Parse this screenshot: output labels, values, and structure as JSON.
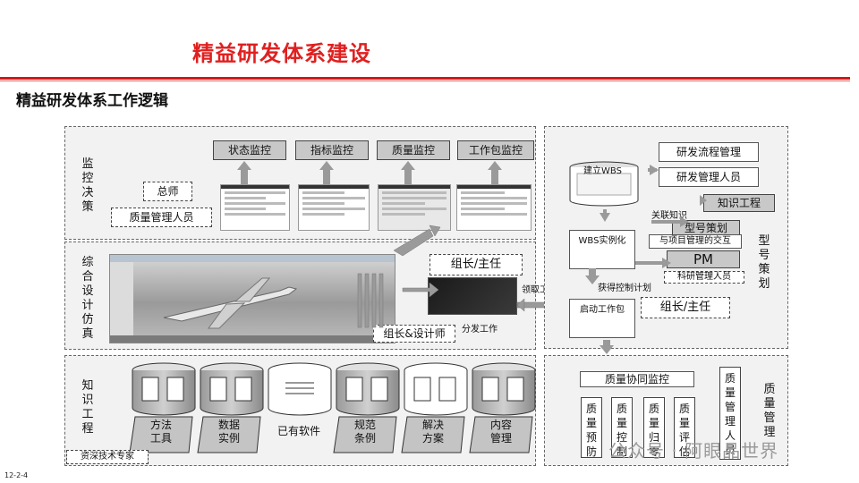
{
  "header": {
    "title": "精益研发体系建设",
    "subtitle": "精益研发体系工作逻辑",
    "page_code": "12-2-4"
  },
  "left": {
    "sections": {
      "monitor": "监控决策",
      "design": "综合设计仿真",
      "knowledge": "知识工程"
    },
    "monitors": [
      "状态监控",
      "指标监控",
      "质量监控",
      "工作包监控"
    ],
    "roles": {
      "chief": "总师",
      "quality_staff": "质量管理人员",
      "team_lead": "组长/主任",
      "lead_designer": "组长&设计师",
      "expert": "资深技术专家"
    },
    "labels": {
      "receive": "领取工作包",
      "dispatch": "分发工作"
    },
    "libraries": [
      {
        "name": "方法工具",
        "l1": "方法",
        "l2": "工具"
      },
      {
        "name": "数据实例",
        "l1": "数据",
        "l2": "实例"
      },
      {
        "name": "已有软件",
        "l1": "已有软件",
        "l2": ""
      },
      {
        "name": "规范条例",
        "l1": "规范",
        "l2": "条例"
      },
      {
        "name": "解决方案",
        "l1": "解决",
        "l2": "方案"
      },
      {
        "name": "内容管理",
        "l1": "内容",
        "l2": "管理"
      }
    ]
  },
  "right": {
    "top": {
      "process_mgmt": "研发流程管理",
      "rd_staff": "研发管理人员",
      "knowledge_eng": "知识工程",
      "model_planning": "型号策划",
      "project_interaction": "与项目管理的交互",
      "pm": "PM",
      "research_mgr": "科研管理人员",
      "build_wbs": "建立WBS",
      "related_knowledge": "关联知识",
      "wbs_instance": "WBS实例化",
      "get_plan": "获得控制计划",
      "start_package": "启动工作包",
      "team_lead": "组长/主任",
      "side_label": "型号策划"
    },
    "bottom": {
      "quality_monitor": "质量协同监控",
      "items": [
        "质量预防",
        "质量控制",
        "质量归零",
        "质量评估"
      ],
      "quality_staff": "质量管理人员",
      "side_label": "质量管理"
    }
  },
  "watermark": "公众号 · 阿眼品世界",
  "colors": {
    "title_red": "#e02020",
    "panel_bg": "#f2f2f2",
    "button_gray": "#c8c8c8"
  }
}
